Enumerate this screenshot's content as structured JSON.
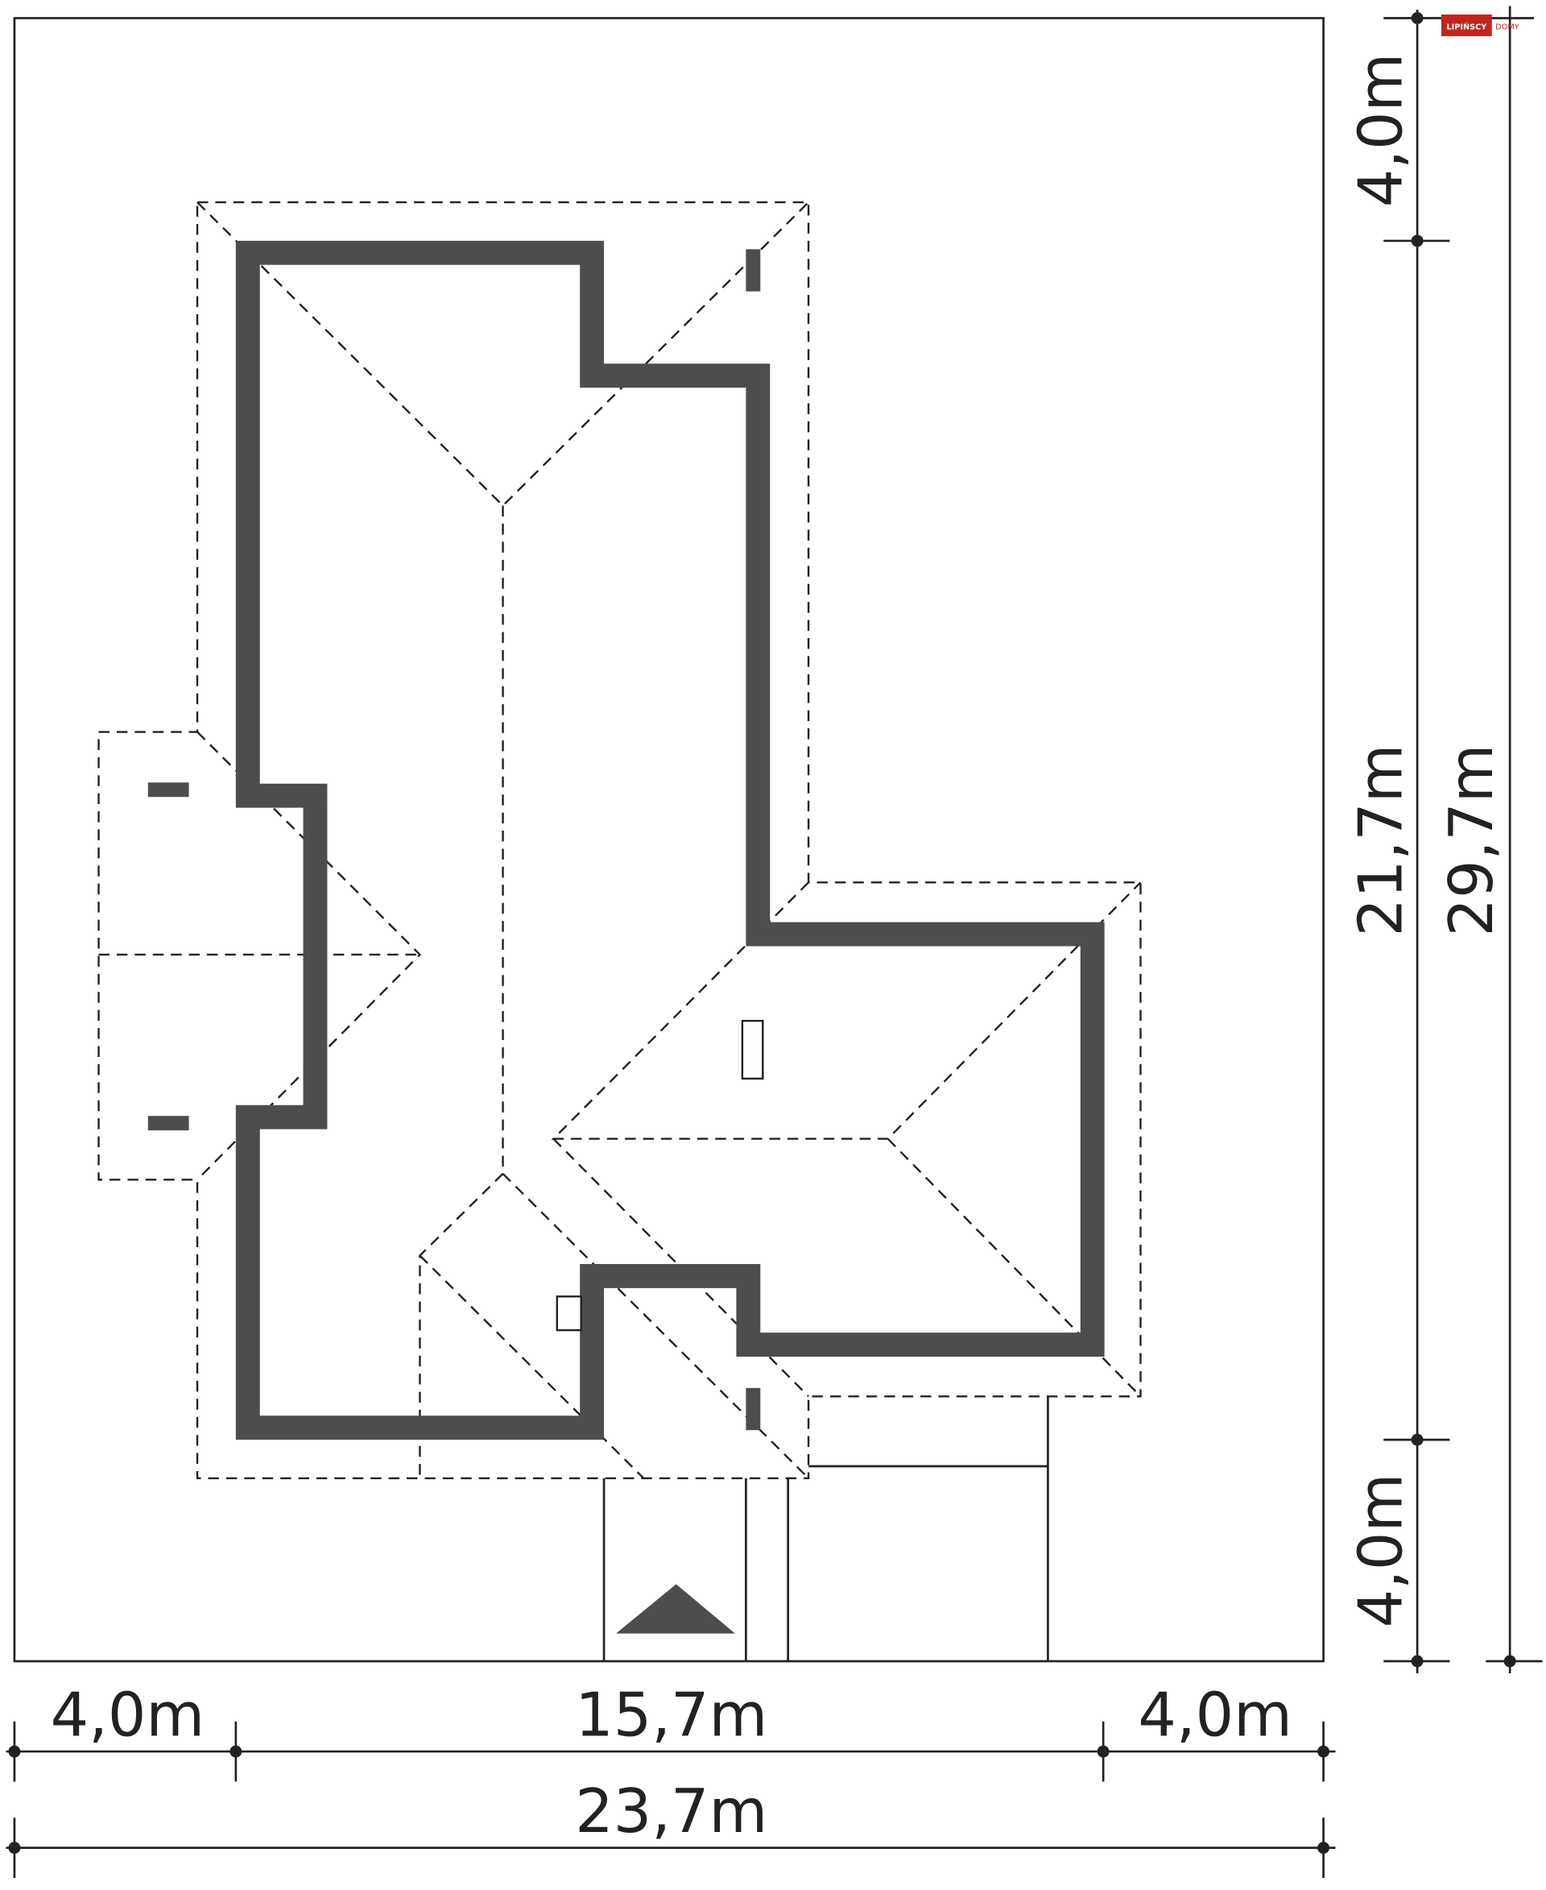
{
  "logo": {
    "brand": "LIPIŃSCY",
    "suffix": "DOMY",
    "brand_color": "#c0261e"
  },
  "dimensions": {
    "horizontal": {
      "left_setback": "4,0m",
      "house_width": "15,7m",
      "right_setback": "4,0m",
      "total_width": "23,7m"
    },
    "vertical": {
      "top_setback": "4,0m",
      "house_depth": "21,7m",
      "bottom_setback": "4,0m",
      "total_depth": "29,7m"
    }
  },
  "colors": {
    "wall": "#4d4d4d",
    "lines": "#222222"
  }
}
